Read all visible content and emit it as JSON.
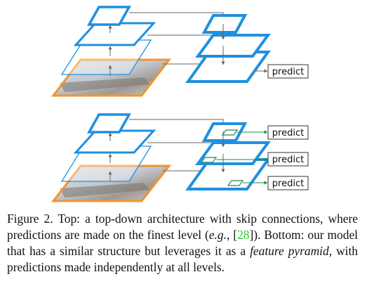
{
  "figure": {
    "top_diagram": {
      "output_label": "predict"
    },
    "bottom_diagram": {
      "output_labels": [
        "predict",
        "predict",
        "predict"
      ]
    }
  },
  "caption": {
    "label": "Figure 2.",
    "text_1": " Top: a top-down architecture with skip connections, where predictions are made on the finest level (",
    "eg": "e.g.",
    "text_2": ", [",
    "citation": "28",
    "text_3": "]). Bottom: our model that has a similar structure but leverages it as a ",
    "feature_pyramid": "feature pyramid",
    "text_4": ", with predictions made independently at all levels."
  },
  "colors": {
    "pyramid_blue": "#1e90e0",
    "input_orange": "#f0962d",
    "connector_gray": "#666666",
    "predict_arrow_green": "#1e8a50",
    "citation_green": "#22cc22"
  }
}
